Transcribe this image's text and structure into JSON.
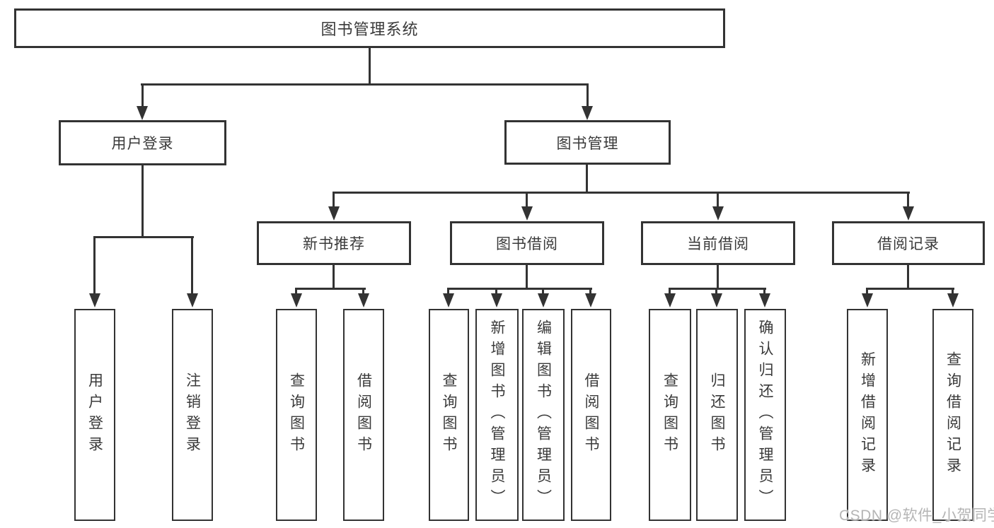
{
  "root": {
    "label": "图书管理系统"
  },
  "branches": [
    {
      "label": "用户登录",
      "children": [
        {
          "label": "用户登录"
        },
        {
          "label": "注销登录"
        }
      ]
    },
    {
      "label": "图书管理",
      "children": [
        {
          "label": "新书推荐",
          "children": [
            {
              "label": "查询图书"
            },
            {
              "label": "借阅图书"
            }
          ]
        },
        {
          "label": "图书借阅",
          "children": [
            {
              "label": "查询图书"
            },
            {
              "label": "新增图书（管理员）"
            },
            {
              "label": "编辑图书（管理员）"
            },
            {
              "label": "借阅图书"
            }
          ]
        },
        {
          "label": "当前借阅",
          "children": [
            {
              "label": "查询图书"
            },
            {
              "label": "归还图书"
            },
            {
              "label": "确认归还（管理员）"
            }
          ]
        },
        {
          "label": "借阅记录",
          "children": [
            {
              "label": "新增借阅记录"
            },
            {
              "label": "查询借阅记录"
            }
          ]
        }
      ]
    }
  ],
  "watermark": {
    "text": "CSDN @软件_小贺同学"
  },
  "colors": {
    "line": "#333333",
    "text": "#3a3a3a",
    "watermark": "#b5b5b5",
    "background": "#ffffff"
  }
}
